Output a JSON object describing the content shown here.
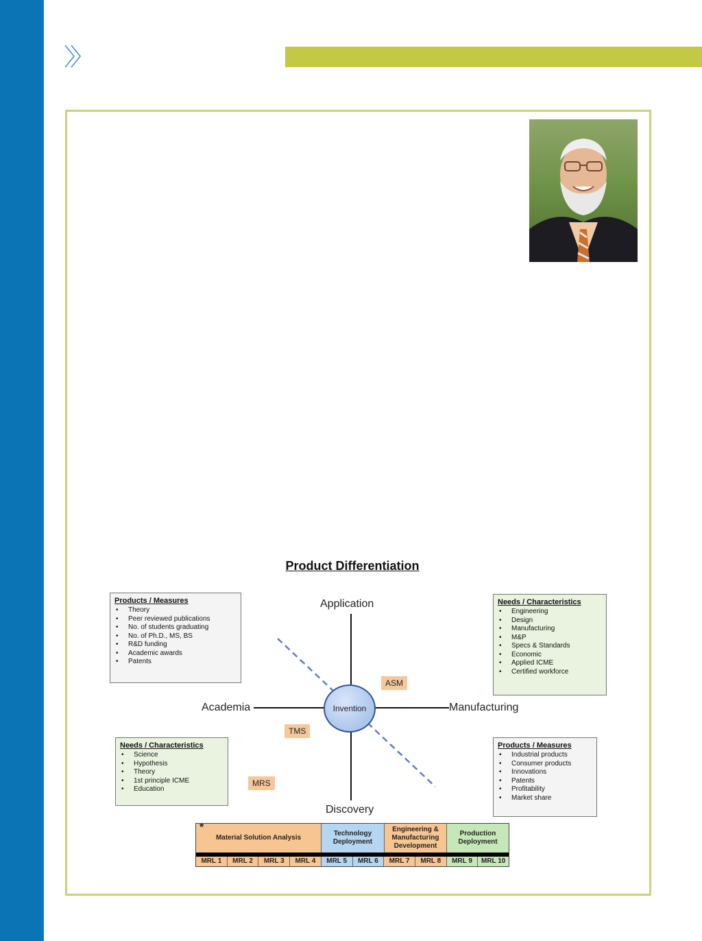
{
  "diagram": {
    "title": "Product Differentiation",
    "axes": {
      "top": "Application",
      "bottom": "Discovery",
      "left": "Academia",
      "right": "Manufacturing"
    },
    "center": "Invention",
    "tags": [
      "ASM",
      "TMS",
      "MRS"
    ],
    "boxes": {
      "top_left": {
        "heading": "Products / Measures",
        "items": [
          "Theory",
          "Peer reviewed publications",
          "No. of students graduating",
          "No. of Ph.D., MS, BS",
          "R&D funding",
          "Academic awards",
          "Patents"
        ]
      },
      "top_right": {
        "heading": "Needs / Characteristics",
        "items": [
          "Engineering",
          "Design",
          "Manufacturing",
          "M&P",
          "Specs & Standards",
          "Economic",
          "Applied ICME",
          "Certified workforce"
        ]
      },
      "bottom_left": {
        "heading": "Needs / Characteristics",
        "items": [
          "Science",
          "Hypothesis",
          "Theory",
          "1st principle ICME",
          "Education"
        ]
      },
      "bottom_right": {
        "heading": "Products / Measures",
        "items": [
          "Industrial products",
          "Consumer products",
          "Innovations",
          "Patents",
          "Profitability",
          "Market share"
        ]
      }
    },
    "mrl_table": {
      "star": "*",
      "phases": [
        {
          "label": "Material Solution Analysis",
          "color": "#f7c592"
        },
        {
          "label": "Technology Deployment",
          "color": "#b5d5f0"
        },
        {
          "label": "Engineering & Manufacturing Development",
          "color": "#f7c592"
        },
        {
          "label": "Production Deployment",
          "color": "#c6e8b8"
        }
      ],
      "levels": [
        {
          "label": "MRL 1",
          "color": "#f7c592"
        },
        {
          "label": "MRL 2",
          "color": "#f7c592"
        },
        {
          "label": "MRL 3",
          "color": "#f7c592"
        },
        {
          "label": "MRL 4",
          "color": "#f7c592"
        },
        {
          "label": "MRL 5",
          "color": "#b5d5f0"
        },
        {
          "label": "MRL 6",
          "color": "#b5d5f0"
        },
        {
          "label": "MRL 7",
          "color": "#f7c592"
        },
        {
          "label": "MRL 8",
          "color": "#f7c592"
        },
        {
          "label": "MRL 9",
          "color": "#c6e8b8"
        },
        {
          "label": "MRL 10",
          "color": "#c6e8b8"
        }
      ]
    }
  },
  "colors": {
    "sidebar": "#0a74b4",
    "header_bar": "#c3c944",
    "frame_border": "#c8d477"
  }
}
